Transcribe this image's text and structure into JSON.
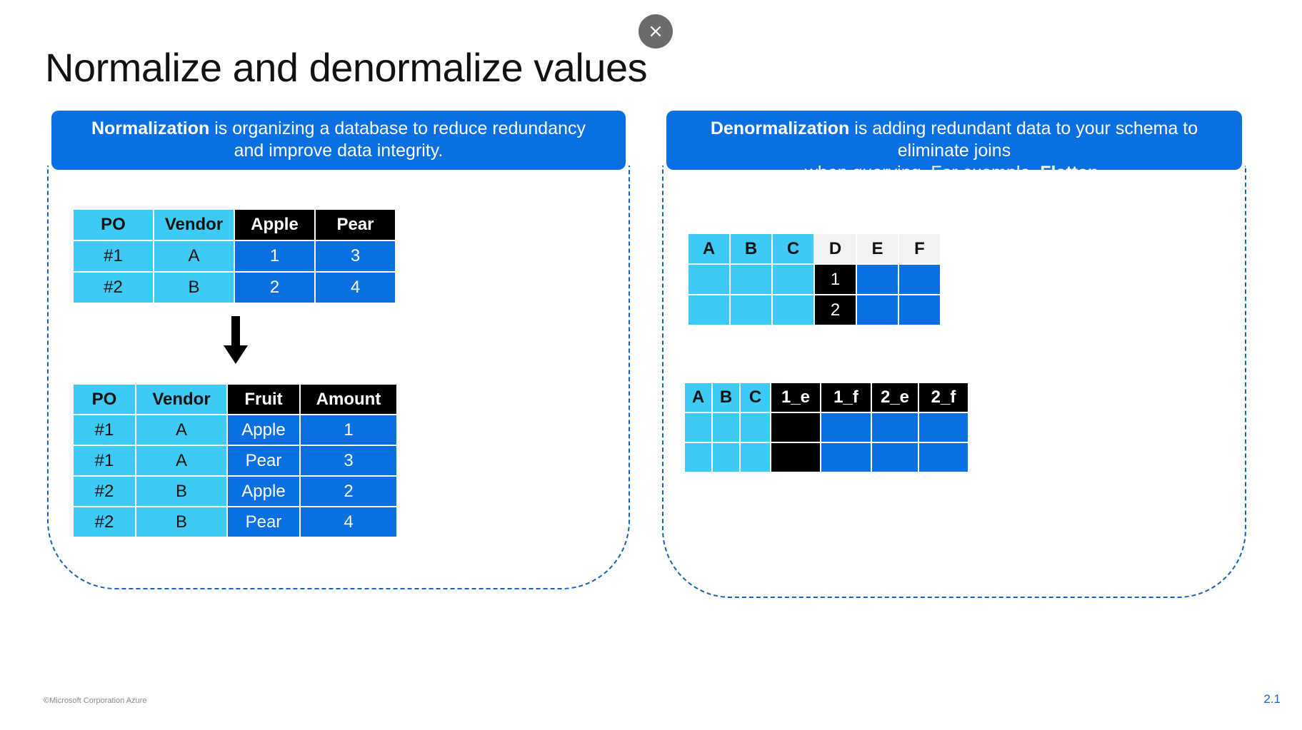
{
  "close_icon": "×",
  "title": "Normalize and denormalize values",
  "left_banner": {
    "term": "Normalization",
    "text1": " is organizing a database to reduce redundancy",
    "text2": "and improve data integrity."
  },
  "right_banner": {
    "term": "Denormalization",
    "text1": " is adding redundant data to your schema to eliminate joins",
    "text2": "when querying. For example, ",
    "strong": "Flatten",
    "end": "."
  },
  "table1": {
    "headers": [
      "PO",
      "Vendor",
      "Apple",
      "Pear"
    ],
    "rows": [
      [
        "#1",
        "A",
        "1",
        "3"
      ],
      [
        "#2",
        "B",
        "2",
        "4"
      ]
    ]
  },
  "table2": {
    "headers": [
      "PO",
      "Vendor",
      "Fruit",
      "Amount"
    ],
    "rows": [
      [
        "#1",
        "A",
        "Apple",
        "1"
      ],
      [
        "#1",
        "A",
        "Pear",
        "3"
      ],
      [
        "#2",
        "B",
        "Apple",
        "2"
      ],
      [
        "#2",
        "B",
        "Pear",
        "4"
      ]
    ]
  },
  "table3": {
    "headers": [
      "A",
      "B",
      "C",
      "D",
      "E",
      "F"
    ],
    "rows": [
      [
        "",
        "",
        "",
        "1",
        "",
        ""
      ],
      [
        "",
        "",
        "",
        "2",
        "",
        ""
      ]
    ]
  },
  "table4": {
    "headers": [
      "A",
      "B",
      "C",
      "1_e",
      "1_f",
      "2_e",
      "2_f"
    ],
    "rows": [
      [
        "",
        "",
        "",
        "",
        "",
        "",
        ""
      ],
      [
        "",
        "",
        "",
        "",
        "",
        "",
        ""
      ]
    ]
  },
  "footer": "©Microsoft Corporation Azure",
  "page_number": "2.1",
  "colors": {
    "light_blue": "#3dcbf5",
    "dark_blue": "#0a6fe0",
    "black": "#000000",
    "header_gray": "#f2f2f2"
  }
}
